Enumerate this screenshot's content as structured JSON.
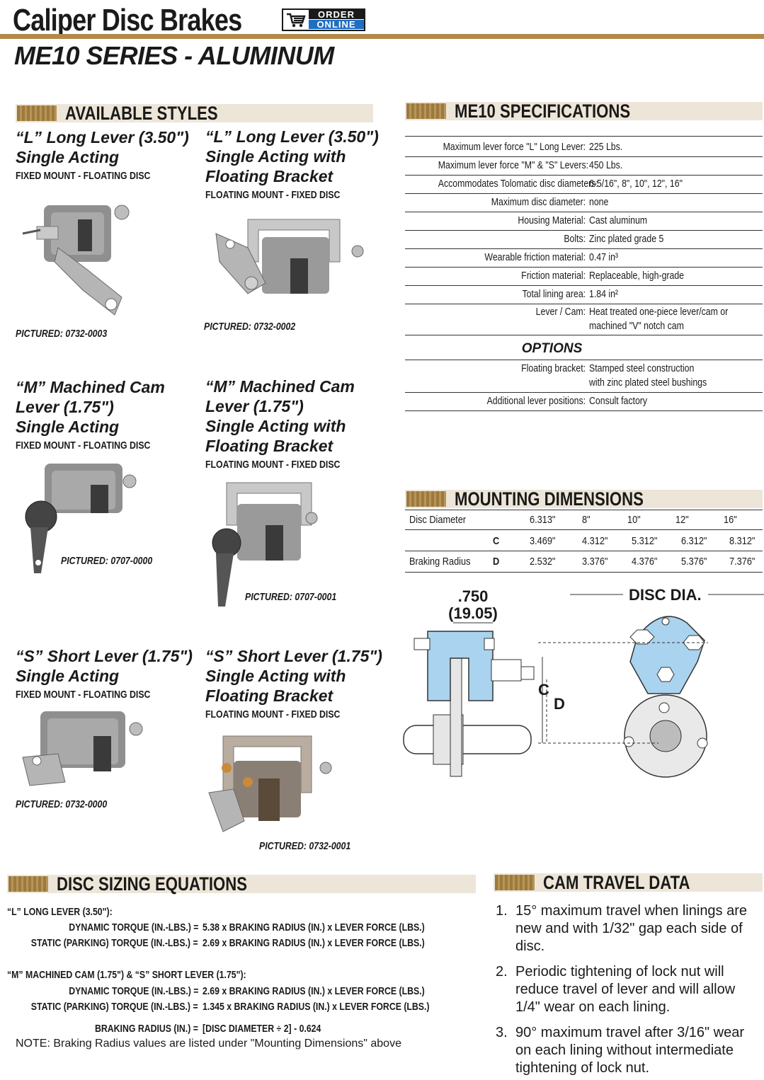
{
  "header": {
    "title": "Caliper Disc Brakes",
    "order_top": "ORDER",
    "order_bottom": "ONLINE",
    "subtitle": "ME10 SERIES - ALUMINUM"
  },
  "styles_section": {
    "heading": "AVAILABLE STYLES",
    "items": [
      {
        "title1": "“L” Long Lever (3.50\")",
        "title2": "Single Acting",
        "title3": "",
        "mount": "FIXED MOUNT - FLOATING DISC",
        "pictured": "PICTURED: 0732-0003"
      },
      {
        "title1": "“L” Long Lever (3.50\")",
        "title2": "Single Acting with",
        "title3": "Floating Bracket",
        "mount": "FLOATING MOUNT - FIXED DISC",
        "pictured": "PICTURED: 0732-0002"
      },
      {
        "title1": "“M” Machined Cam",
        "title2": "Lever (1.75\")",
        "title3": "Single Acting",
        "mount": "FIXED MOUNT - FLOATING DISC",
        "pictured": "PICTURED: 0707-0000"
      },
      {
        "title1": "“M” Machined Cam",
        "title2": "Lever (1.75\")",
        "title3": "Single Acting with",
        "title4": "Floating Bracket",
        "mount": "FLOATING MOUNT - FIXED DISC",
        "pictured": "PICTURED: 0707-0001"
      },
      {
        "title1": "“S” Short Lever (1.75\")",
        "title2": "Single Acting",
        "title3": "",
        "mount": "FIXED MOUNT - FLOATING DISC",
        "pictured": "PICTURED: 0732-0000"
      },
      {
        "title1": "“S” Short Lever (1.75\")",
        "title2": "Single Acting with",
        "title3": "Floating Bracket",
        "mount": "FLOATING MOUNT - FIXED DISC",
        "pictured": "PICTURED: 0732-0001"
      }
    ]
  },
  "specs": {
    "heading": "ME10 SPECIFICATIONS",
    "rows": [
      {
        "label": "Maximum lever force \"L\" Long Lever:",
        "value": "225 Lbs."
      },
      {
        "label": "Maximum lever force \"M\" & \"S\" Levers:",
        "value": "450 Lbs."
      },
      {
        "label": "Accommodates Tolomatic disc diameters:",
        "value": "6-5/16\",  8\",  10\", 12\", 16\""
      },
      {
        "label": "Maximum disc diameter:",
        "value": "none"
      },
      {
        "label": "Housing Material:",
        "value": "Cast aluminum"
      },
      {
        "label": "Bolts:",
        "value": "Zinc plated grade 5"
      },
      {
        "label": "Wearable friction material:",
        "value": "0.47 in³"
      },
      {
        "label": "Friction material:",
        "value": "Replaceable, high-grade"
      },
      {
        "label": "Total lining area:",
        "value": "1.84 in²"
      },
      {
        "label": "Lever / Cam:",
        "value": "Heat treated one-piece lever/cam or",
        "value2": "machined \"V\" notch cam"
      }
    ],
    "options_heading": "OPTIONS",
    "options": [
      {
        "label": "Floating bracket:",
        "value": "Stamped steel construction",
        "value2": "with zinc plated steel bushings"
      },
      {
        "label": "Additional lever positions:",
        "value": "Consult factory"
      }
    ]
  },
  "mounting": {
    "heading": "MOUNTING DIMENSIONS",
    "disc_label": "Disc Diameter",
    "diameters": [
      "6.313\"",
      "8\"",
      "10\"",
      "12\"",
      "16\""
    ],
    "c_label": "C",
    "c_values": [
      "3.469\"",
      "4.312\"",
      "5.312\"",
      "6.312\"",
      "8.312\""
    ],
    "radius_label": "Braking Radius",
    "d_label": "D",
    "d_values": [
      "2.532\"",
      "3.376\"",
      "4.376\"",
      "5.376\"",
      "7.376\""
    ]
  },
  "diagram": {
    "dim_top": ".750",
    "dim_mm": "(19.05)",
    "disc_dia": "DISC DIA.",
    "c": "C",
    "d": "D"
  },
  "equations": {
    "heading": "DISC SIZING EQUATIONS",
    "l_heading": "“L” LONG LEVER (3.50\"):",
    "l_dyn_label": "DYNAMIC TORQUE (IN.-LBS.) =",
    "l_dyn_value": "5.38 x BRAKING RADIUS (IN.) x LEVER FORCE (LBS.)",
    "l_stat_label": "STATIC (PARKING) TORQUE (IN.-LBS.) =",
    "l_stat_value": "2.69 x BRAKING RADIUS (IN.) x LEVER FORCE (LBS.)",
    "ms_heading": "“M” MACHINED CAM (1.75\") & “S” SHORT LEVER (1.75\"):",
    "ms_dyn_label": "DYNAMIC TORQUE (IN.-LBS.) =",
    "ms_dyn_value": "2.69 x BRAKING RADIUS (IN.) x LEVER FORCE (LBS.)",
    "ms_stat_label": "STATIC (PARKING) TORQUE (IN.-LBS.) =",
    "ms_stat_value": "1.345 x BRAKING RADIUS (IN.) x LEVER FORCE (LBS.)",
    "radius_label": "BRAKING RADIUS (IN.) =",
    "radius_value": "[DISC DIAMETER ÷ 2] - 0.624",
    "note": "NOTE: Braking Radius values are listed under \"Mounting Dimensions\" above"
  },
  "cam_travel": {
    "heading": "CAM TRAVEL DATA",
    "items": [
      {
        "num": "1.",
        "text": "15° maximum travel when linings are new and with 1/32\" gap each side of disc."
      },
      {
        "num": "2.",
        "text": "Periodic tightening of lock nut will reduce travel of lever and will allow 1/4\" wear on each lining."
      },
      {
        "num": "3.",
        "text": "90° maximum travel after 3/16\" wear on each lining without intermediate tightening of lock nut."
      }
    ]
  }
}
